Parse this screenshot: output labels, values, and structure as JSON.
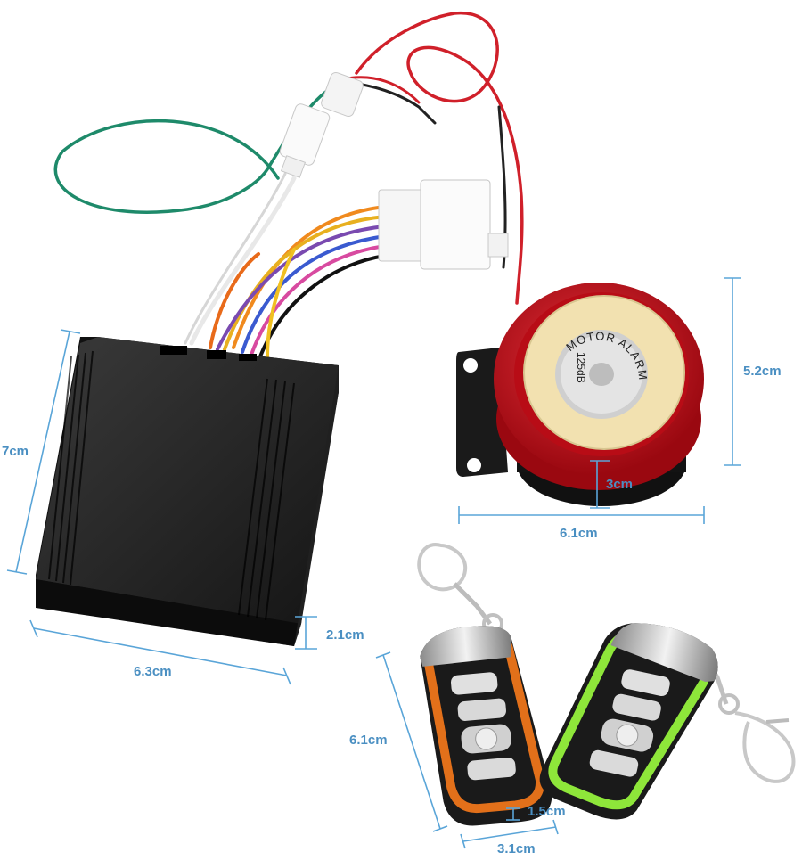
{
  "product": {
    "siren_face_text": "MOTOR ALARM",
    "siren_db_text": "125dB"
  },
  "dimensions": {
    "box_height": "7cm",
    "box_width": "6.3cm",
    "box_depth": "2.1cm",
    "siren_height": "5.2cm",
    "siren_width": "6.1cm",
    "siren_depth": "3cm",
    "remote_height": "6.1cm",
    "remote_width": "3.1cm",
    "remote_depth": "1.5cm"
  },
  "colors": {
    "dimension_line": "#5aa5d8",
    "box": "#1b1b1b",
    "siren_red": "#c8101c",
    "siren_face": "#f2e1b0",
    "remote_left_accent": "#e2701a",
    "remote_right_accent": "#8ee63a",
    "wire_red": "#d0202a",
    "wire_green": "#1e8a6a"
  }
}
